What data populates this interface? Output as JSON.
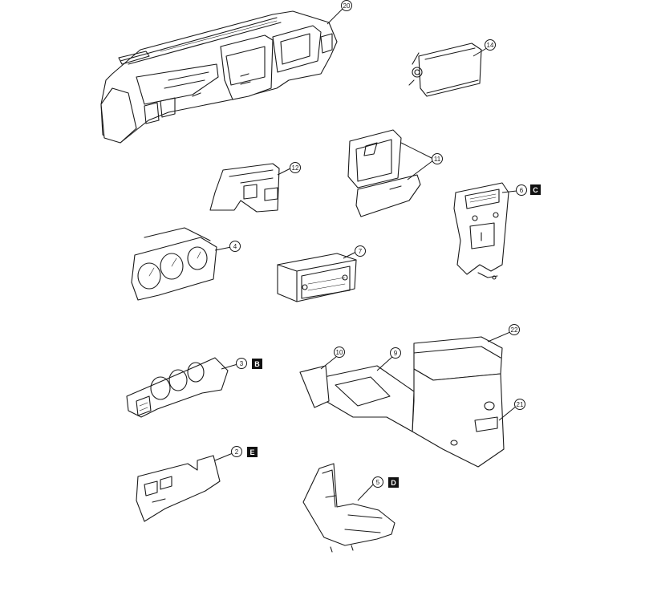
{
  "diagram": {
    "callouts": {
      "c20": "20",
      "c14": "14",
      "c12": "12",
      "c11": "11",
      "c6": "6",
      "c4": "4",
      "c7": "7",
      "c22": "22",
      "c10": "10",
      "c9": "9",
      "c3": "3",
      "c21": "21",
      "c2": "2",
      "c5": "5"
    },
    "refs": {
      "rC": "C",
      "rB": "B",
      "rE": "E",
      "rD": "D"
    }
  }
}
